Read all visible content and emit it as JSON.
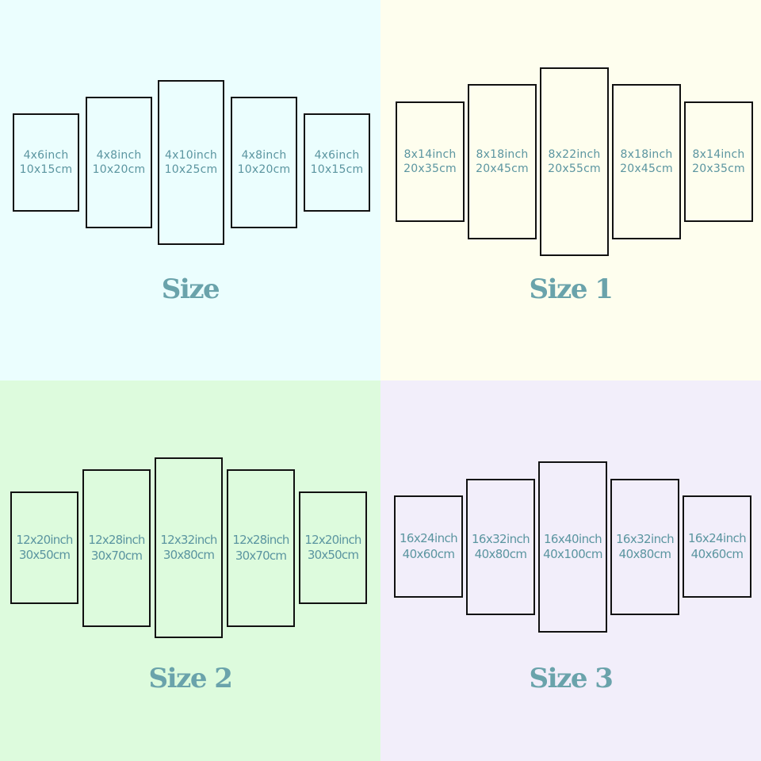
{
  "colors": {
    "quadrant_backgrounds": [
      "#ebfefe",
      "#fefeee",
      "#ddfbdd",
      "#f2eefa"
    ],
    "text": "#5b95a0",
    "heading": "#6aa3ab",
    "frame": "#111111"
  },
  "quadrants": [
    {
      "label": "Size",
      "panels": [
        {
          "inch": "4x6inch",
          "cm": "10x15cm"
        },
        {
          "inch": "4x8inch",
          "cm": "10x20cm"
        },
        {
          "inch": "4x10inch",
          "cm": "10x25cm"
        },
        {
          "inch": "4x8inch",
          "cm": "10x20cm"
        },
        {
          "inch": "4x6inch",
          "cm": "10x15cm"
        }
      ]
    },
    {
      "label": "Size 1",
      "panels": [
        {
          "inch": "8x14inch",
          "cm": "20x35cm"
        },
        {
          "inch": "8x18inch",
          "cm": "20x45cm"
        },
        {
          "inch": "8x22inch",
          "cm": "20x55cm"
        },
        {
          "inch": "8x18inch",
          "cm": "20x45cm"
        },
        {
          "inch": "8x14inch",
          "cm": "20x35cm"
        }
      ]
    },
    {
      "label": "Size 2",
      "panels": [
        {
          "inch": "12x20inch",
          "cm": "30x50cm"
        },
        {
          "inch": "12x28inch",
          "cm": "30x70cm"
        },
        {
          "inch": "12x32inch",
          "cm": "30x80cm"
        },
        {
          "inch": "12x28inch",
          "cm": "30x70cm"
        },
        {
          "inch": "12x20inch",
          "cm": "30x50cm"
        }
      ]
    },
    {
      "label": "Size 3",
      "panels": [
        {
          "inch": "16x24inch",
          "cm": "40x60cm"
        },
        {
          "inch": "16x32inch",
          "cm": "40x80cm"
        },
        {
          "inch": "16x40inch",
          "cm": "40x100cm"
        },
        {
          "inch": "16x32inch",
          "cm": "40x80cm"
        },
        {
          "inch": "16x24inch",
          "cm": "40x60cm"
        }
      ]
    }
  ]
}
